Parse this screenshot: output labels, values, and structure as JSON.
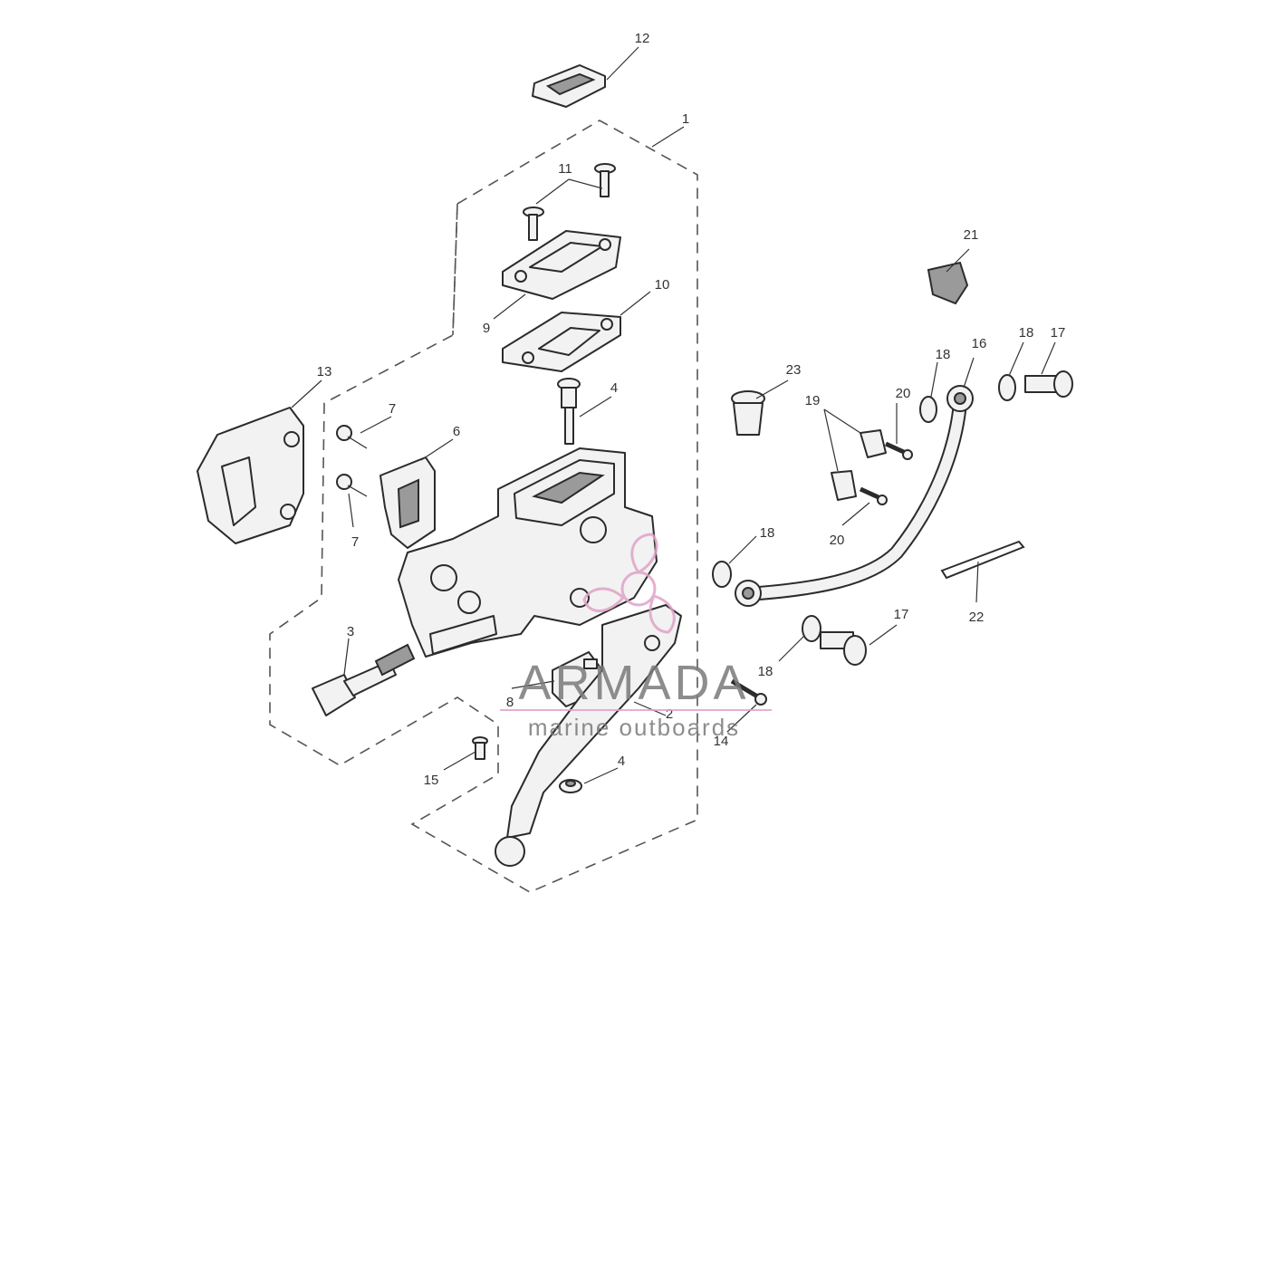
{
  "watermark": {
    "brand": "ARMADA",
    "tagline": "marine outboards",
    "accent_color": "#e0a3c8",
    "text_color": "#7a7a7a"
  },
  "callouts": {
    "c1": "1",
    "c2": "2",
    "c3": "3",
    "c4a": "4",
    "c4b": "4",
    "c6": "6",
    "c7a": "7",
    "c7b": "7",
    "c8": "8",
    "c9": "9",
    "c10": "10",
    "c11": "11",
    "c12": "12",
    "c13": "13",
    "c14": "14",
    "c15": "15",
    "c16": "16",
    "c17a": "17",
    "c17b": "17",
    "c18a": "18",
    "c18b": "18",
    "c18c": "18",
    "c18d": "18",
    "c19": "19",
    "c20a": "20",
    "c20b": "20",
    "c21": "21",
    "c22": "22",
    "c23": "23"
  }
}
